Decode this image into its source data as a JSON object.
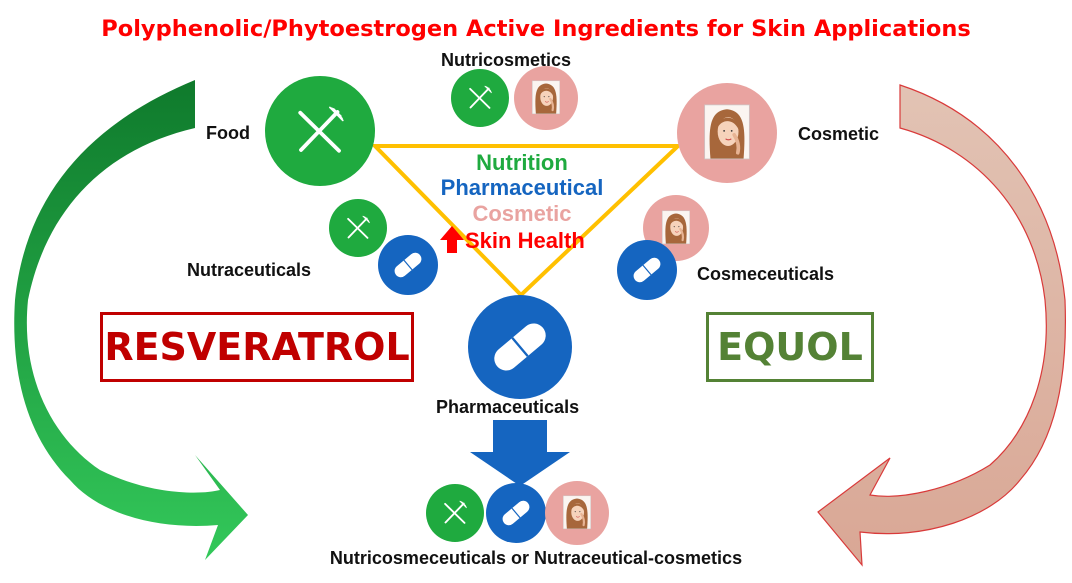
{
  "title": "Polyphenolic/Phytoestrogen Active Ingredients for Skin Applications",
  "labels": {
    "nutricosmetics": "Nutricosmetics",
    "food": "Food",
    "cosmetic": "Cosmetic",
    "nutraceuticals": "Nutraceuticals",
    "cosmeceuticals": "Cosmeceuticals",
    "pharmaceuticals": "Pharmaceuticals",
    "bottom": "Nutricosmeceuticals or Nutraceutical-cosmetics"
  },
  "triangle": {
    "nutrition": "Nutrition",
    "pharmaceutical": "Pharmaceutical",
    "cosmetic": "Cosmetic",
    "skin_health": "Skin Health"
  },
  "compounds": {
    "left": "RESVERATROL",
    "right": "EQUOL"
  },
  "colors": {
    "title": "#ff0000",
    "food_green": "#1faa3f",
    "pharma_blue": "#1565c0",
    "cosmetic_pink": "#e9a3a0",
    "resveratrol_red": "#c00000",
    "equol_green": "#548235",
    "triangle_gold": "#ffc000",
    "left_arrow_green": "#1e9a3e",
    "right_arrow_tan": "#dcb4a2"
  },
  "icons": [
    "fork-knife-icon",
    "pill-icon",
    "woman-face-icon",
    "down-arrow-icon",
    "curved-arrow-icon",
    "up-arrow-icon"
  ]
}
